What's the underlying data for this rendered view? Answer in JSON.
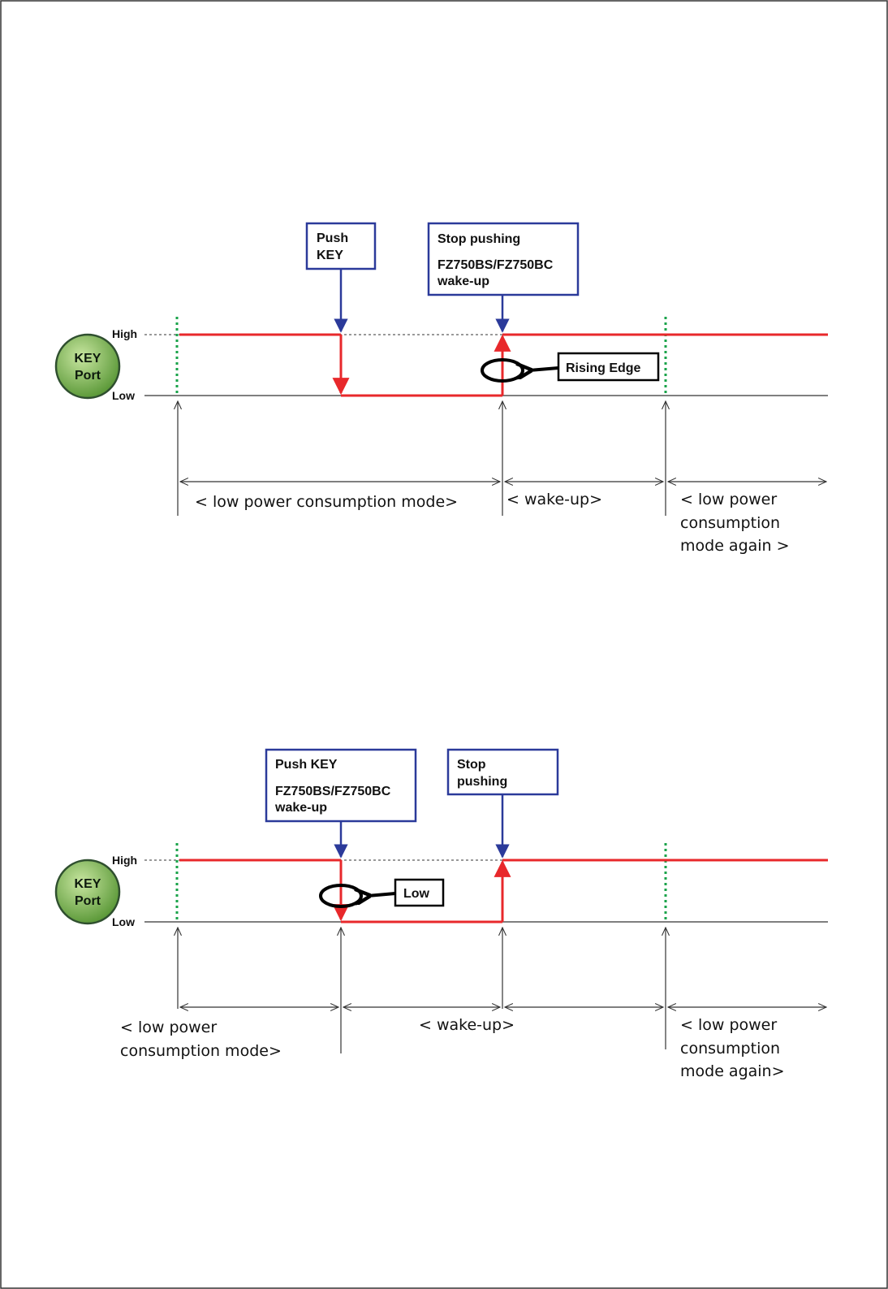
{
  "colors": {
    "signal": "#e8282b",
    "callout_border": "#2b3a9a",
    "callout_arrow": "#2b3a9a",
    "marker_green": "#1aa34a",
    "axis_line": "#333333",
    "port_fill_light": "#c8e6a0",
    "port_fill_dark": "#5d9a3a"
  },
  "diagram1": {
    "port": {
      "line1": "KEY",
      "line2": "Port"
    },
    "level_high": "High",
    "level_low": "Low",
    "callout_push": {
      "line1": "Push",
      "line2": "KEY"
    },
    "callout_stop": {
      "line1": "Stop pushing",
      "line2": "FZ750BS/FZ750BC",
      "line3": "wake-up"
    },
    "edge_label": "Rising Edge",
    "modes": {
      "a": "< low power consumption mode>",
      "b": "< wake-up>",
      "c1": "< low power",
      "c2": "consumption",
      "c3": "mode again >"
    }
  },
  "diagram2": {
    "port": {
      "line1": "KEY",
      "line2": "Port"
    },
    "level_high": "High",
    "level_low": "Low",
    "callout_push": {
      "line1": "Push KEY",
      "line2": "FZ750BS/FZ750BC",
      "line3": "wake-up"
    },
    "callout_stop": {
      "line1": "Stop",
      "line2": "pushing"
    },
    "edge_label": "Low",
    "modes": {
      "a1": "< low power",
      "a2": "consumption mode>",
      "b": "< wake-up>",
      "c1": "< low power",
      "c2": "consumption",
      "c3": "mode again>"
    }
  }
}
